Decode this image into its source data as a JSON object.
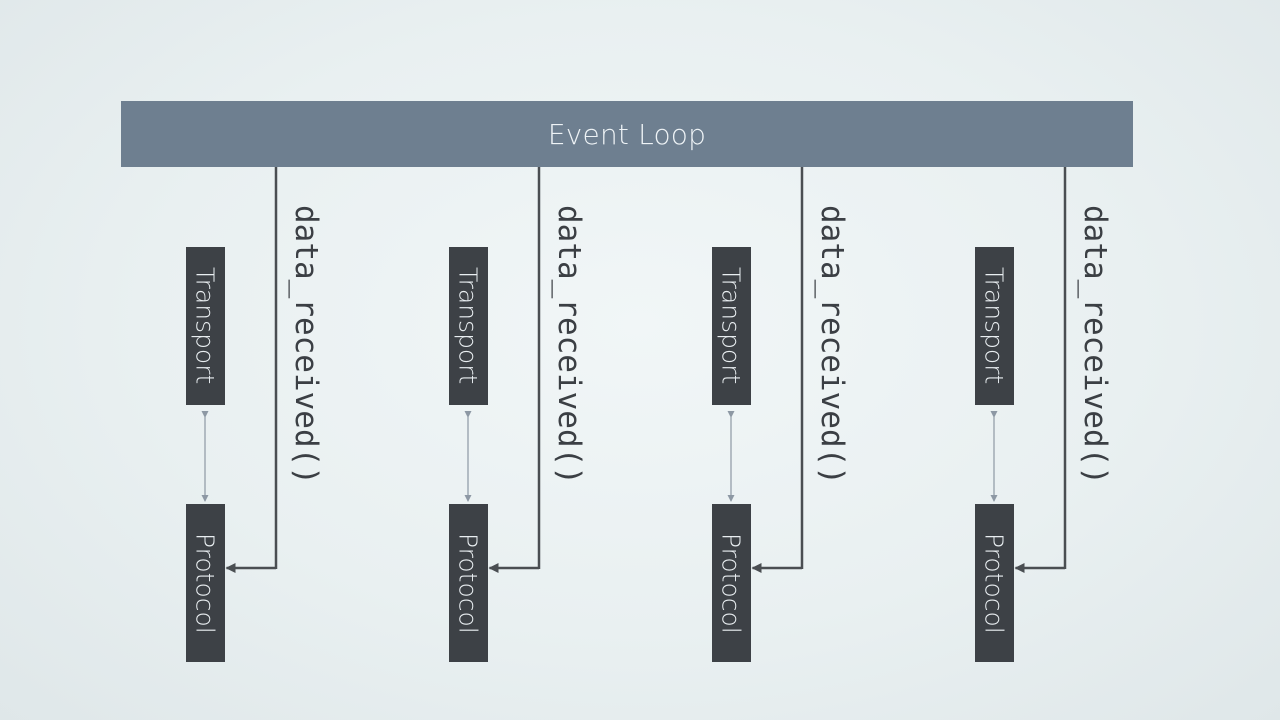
{
  "event_loop": {
    "label": "Event Loop"
  },
  "groups": [
    {
      "transport_label": "Transport",
      "protocol_label": "Protocol",
      "callback_label": "data_received()"
    },
    {
      "transport_label": "Transport",
      "protocol_label": "Protocol",
      "callback_label": "data_received()"
    },
    {
      "transport_label": "Transport",
      "protocol_label": "Protocol",
      "callback_label": "data_received()"
    },
    {
      "transport_label": "Transport",
      "protocol_label": "Protocol",
      "callback_label": "data_received()"
    }
  ],
  "colors": {
    "background": "#e9f0f1",
    "event_loop_bar": "#6e7f90",
    "box_fill": "#3d4146",
    "arrow_line": "#4a4e52",
    "link_line": "#8d98a4"
  }
}
